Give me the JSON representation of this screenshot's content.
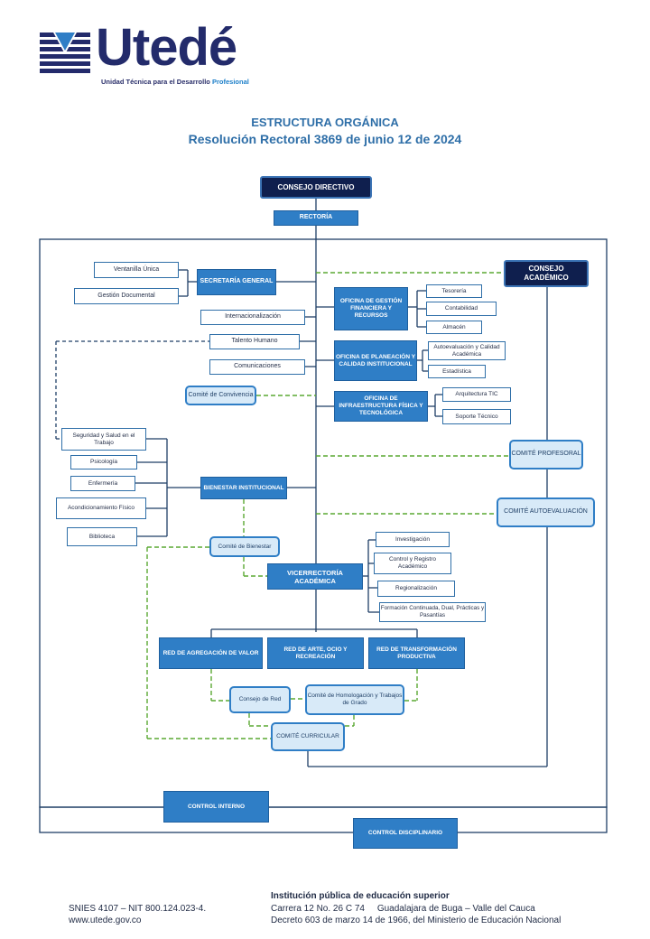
{
  "logo": {
    "name": "Utedé",
    "tagline_prefix": "Unidad Técnica para el Desarrollo",
    "tagline_emph": "Profesional"
  },
  "title": {
    "line1": "ESTRUCTURA ORGÁNICA",
    "line2": "Resolución Rectoral 3869 de junio 12 de 2024"
  },
  "nodes": {
    "consejo_directivo": "CONSEJO DIRECTIVO",
    "rectoria": "RECTORÍA",
    "consejo_academico": "CONSEJO ACADÉMICO",
    "ventanilla": "Ventanilla Única",
    "gestion_documental": "Gestión Documental",
    "secretaria": "SECRETARÍA GENERAL",
    "internacionalizacion": "Internacionalización",
    "talento": "Talento Humano",
    "comunicaciones": "Comunicaciones",
    "convivencia": "Comité de Convivencia",
    "financiera": "OFICINA DE GESTIÓN FINANCIERA Y RECURSOS",
    "tesoreria": "Tesorería",
    "contabilidad": "Contabilidad",
    "almacen": "Almacén",
    "planeacion": "OFICINA DE PLANEACIÓN Y CALIDAD INSTITUCIONAL",
    "autoevaluacion_calidad": "Autoevaluación y Calidad Académica",
    "estadistica": "Estadística",
    "infraestructura": "OFICINA DE INFRAESTRUCTURA FÍSICA Y TECNOLÓGICA",
    "arquitectura": "Arquitectura TIC",
    "soporte": "Soporte Técnico",
    "comite_profesoral": "COMITÉ PROFESORAL",
    "comite_autoevaluacion": "COMITÉ AUTOEVALUACIÓN",
    "sst": "Seguridad y Salud en el Trabajo",
    "psicologia": "Psicología",
    "enfermeria": "Enfermería",
    "acondicionamiento": "Acondicionamiento Físico",
    "biblioteca": "Biblioteca",
    "bienestar": "BIENESTAR INSTITUCIONAL",
    "comite_bienestar": "Comité de Bienestar",
    "vicerrectoria": "VICERRECTORÍA ACADÉMICA",
    "investigacion": "Investigación",
    "control_registro": "Control y Registro Académico",
    "regionalizacion": "Regionalización",
    "formacion": "Formación Continuada, Dual, Prácticas y Pasantías",
    "red_valor": "RED DE AGREGACIÓN DE VALOR",
    "red_arte": "RED DE ARTE, OCIO Y RECREACIÓN",
    "red_transformacion": "RED DE TRANSFORMACIÓN PRODUCTIVA",
    "consejo_red": "Consejo de Red",
    "comite_homologacion": "Comité de Homologación y Trabajos de Grado",
    "comite_curricular": "COMITÉ CURRICULAR",
    "control_interno": "CONTROL INTERNO",
    "control_disciplinario": "CONTROL DISCIPLINARIO"
  },
  "footer": {
    "left1": "SNIES 4107 – NIT 800.124.023-4.",
    "left2": "www.utede.gov.co",
    "right_title": "Institución pública de educación superior",
    "right1": "Carrera 12 No. 26 C 74     Guadalajara de Buga – Valle del Cauca",
    "right2": "Decreto 603 de marzo 14 de 1966, del Ministerio de Educación Nacional"
  },
  "colors": {
    "navy": "#0f1f4e",
    "blue": "#2f7ec6",
    "light": "#d8eaf8",
    "dashed": "#5aa832"
  }
}
